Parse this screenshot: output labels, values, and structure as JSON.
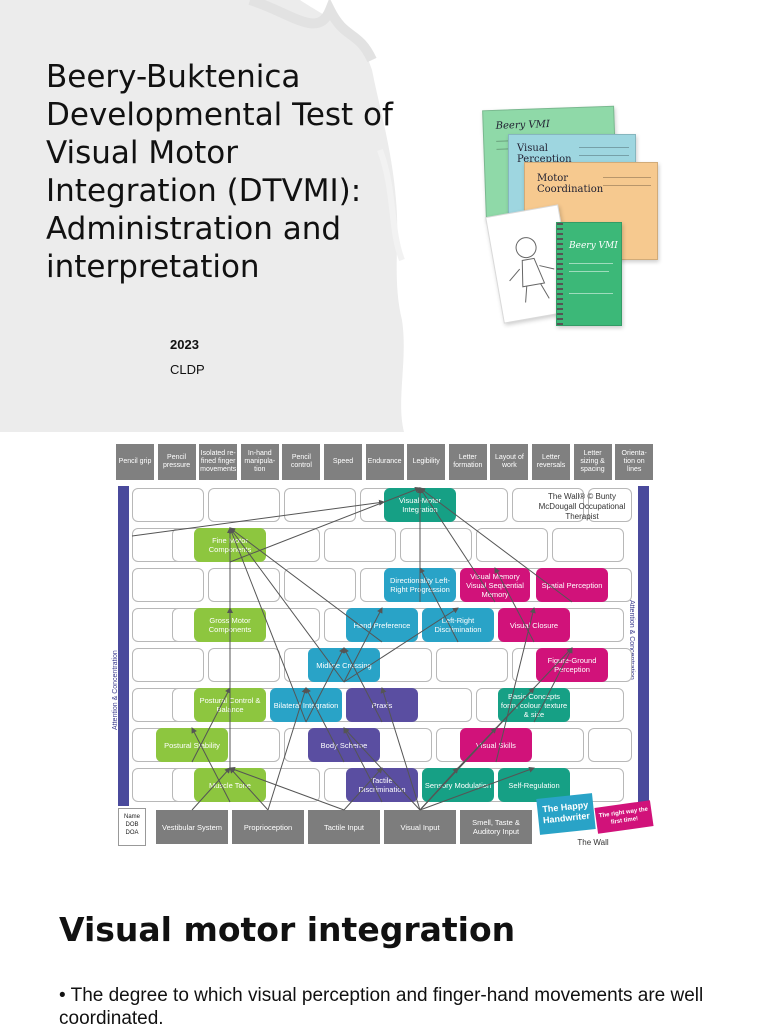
{
  "slide1": {
    "title": "Beery-Buktenica Developmental Test of Visual Motor Integration (DTVMI): Administration and interpretation",
    "year": "2023",
    "org": "CLDP",
    "books": {
      "book1_title": "Beery VMI",
      "book2_title": "Visual Perception",
      "book3_title": "Motor Coordination",
      "book4_title": "Beery VMI"
    }
  },
  "slide2": {
    "top_bar": [
      "Pencil grip",
      "Pencil pressure",
      "Isolated re-fined finger movements",
      "In-hand manipula-tion",
      "Pencil control",
      "Speed",
      "Endurance",
      "Legibility",
      "Letter formation",
      "Layout of work",
      "Letter reversals",
      "Letter sizing & spacing",
      "Orienta-tion on lines"
    ],
    "nodes": {
      "visual_motor": "Visual-Motor Integration",
      "fine_motor": "Fine Motor Components",
      "directionality": "Directionality Left-Right Progression",
      "visual_memory": "Visual Memory Visual Sequential Memory",
      "spatial": "Spatial Perception",
      "gross_motor": "Gross Motor Components",
      "hand_pref": "Hand Preference",
      "lr_disc": "Left-Right Discrimination",
      "visual_closure": "Visual Closure",
      "midline": "Midline Crossing",
      "figure_ground": "Figure-Ground Perception",
      "postural": "Postural Control & Balance",
      "bilateral": "Bilateral Integration",
      "praxis": "Praxis",
      "basic_concepts": "Basic Concepts form, colour, texture & size",
      "postural_stab": "Postural Stability",
      "body_scheme": "Body Scheme",
      "visual_skills": "Visual Skills",
      "muscle_tone": "Muscle Tone",
      "tactile_disc": "Tactile Discrimination",
      "sensory_mod": "Sensory Modulation",
      "self_reg": "Self-Regulation"
    },
    "bottom": [
      "Vestibular System",
      "Proprioception",
      "Tactile Input",
      "Visual Input",
      "Smell, Taste & Auditory Input"
    ],
    "name_box": "Name DOB DOA",
    "side_label": "Attention & Concentration",
    "credit": "The Wall® © Bunty McDougall Occupational Therapist",
    "logo": "The Happy Handwriter",
    "logo_tag": "The right way the first time!",
    "logo_wall": "The Wall"
  },
  "slide3": {
    "title": "Visual motor integration",
    "bullet": "• The degree to which visual perception and finger-hand movements are well coordinated."
  },
  "colors": {
    "green": "#8dc63f",
    "blue": "#29a3c7",
    "purple": "#5a4ea1",
    "magenta": "#d1127a",
    "teal": "#16a085",
    "grey": "#808080"
  }
}
